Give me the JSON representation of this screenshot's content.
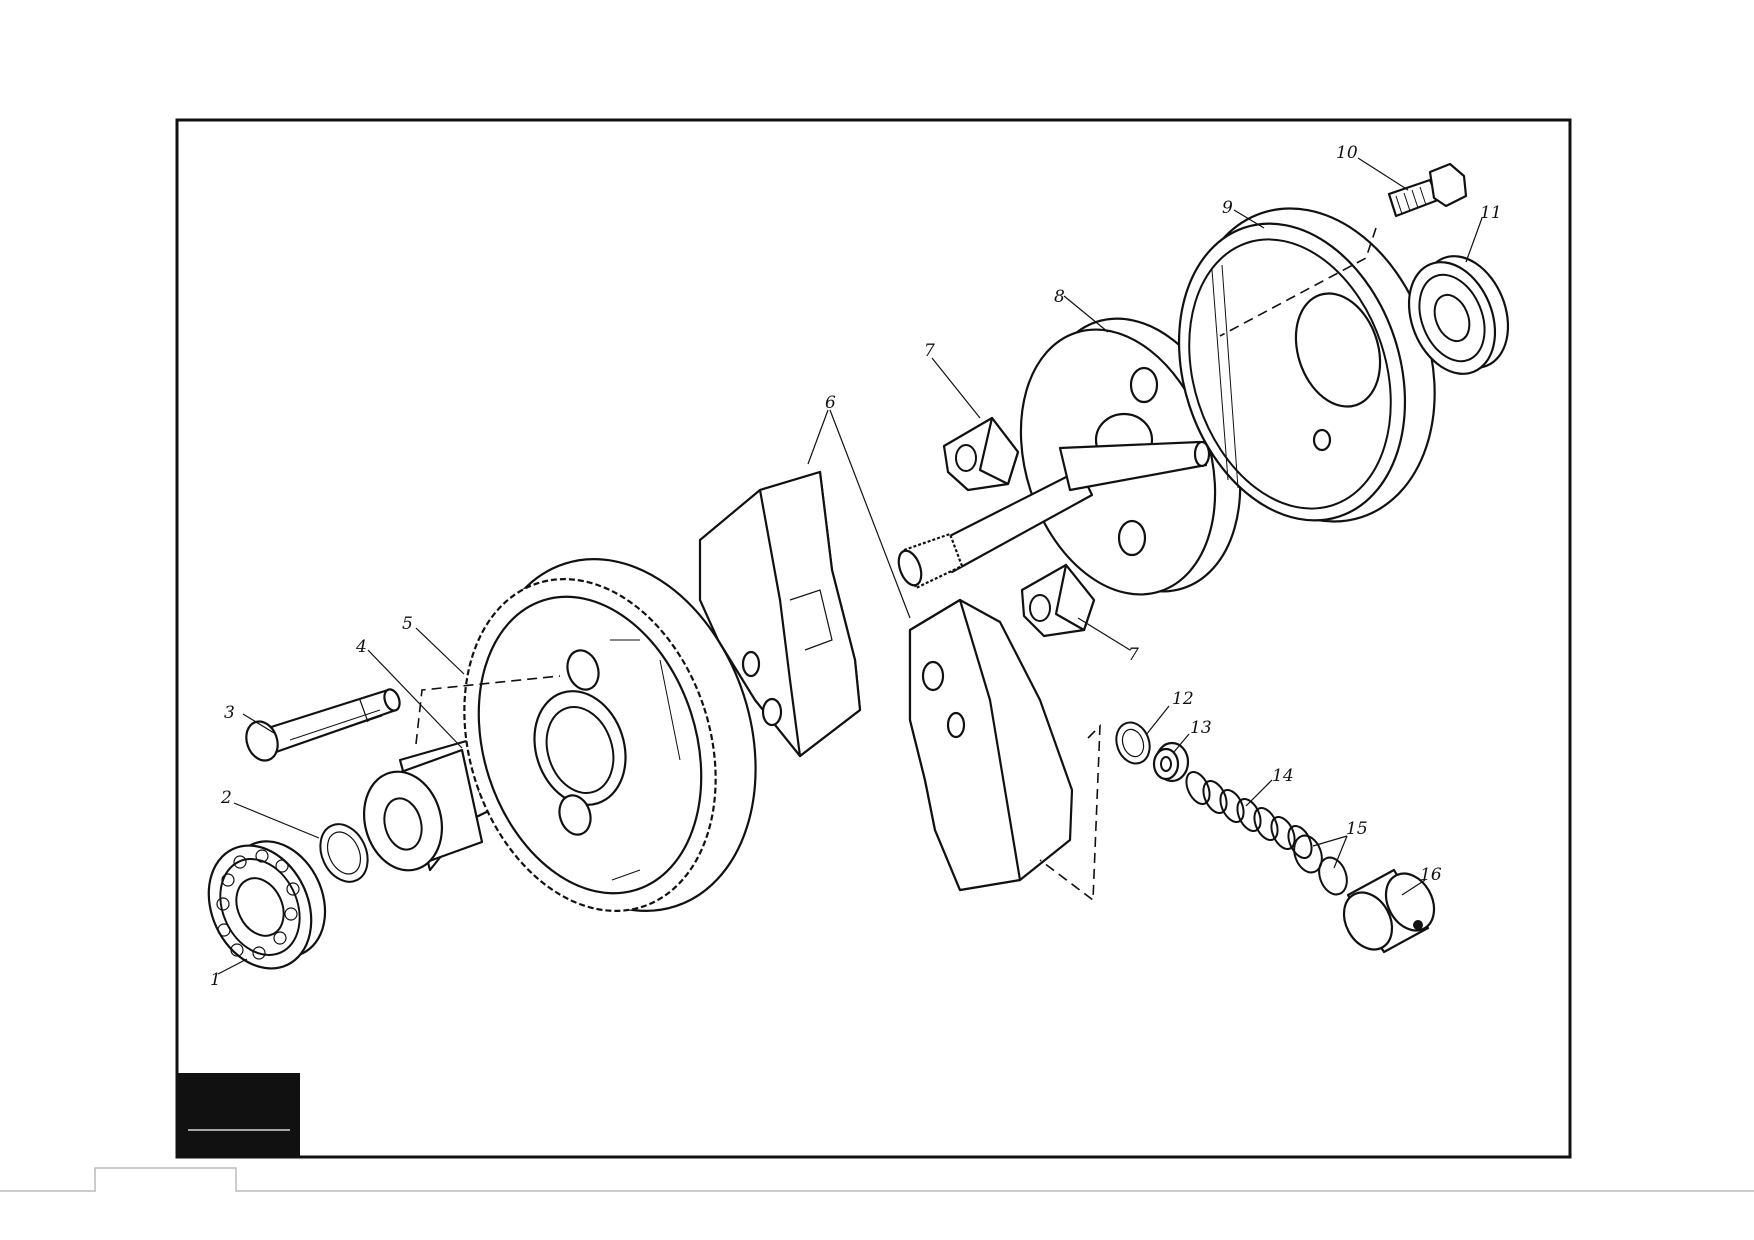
{
  "callouts": [
    {
      "id": "1",
      "text": "1"
    },
    {
      "id": "2",
      "text": "2"
    },
    {
      "id": "3",
      "text": "3"
    },
    {
      "id": "4",
      "text": "4"
    },
    {
      "id": "5",
      "text": "5"
    },
    {
      "id": "6",
      "text": "6"
    },
    {
      "id": "7a",
      "text": "7"
    },
    {
      "id": "7b",
      "text": "7"
    },
    {
      "id": "8",
      "text": "8"
    },
    {
      "id": "9",
      "text": "9"
    },
    {
      "id": "10",
      "text": "10"
    },
    {
      "id": "11",
      "text": "11"
    },
    {
      "id": "12",
      "text": "12"
    },
    {
      "id": "13",
      "text": "13"
    },
    {
      "id": "14",
      "text": "14"
    },
    {
      "id": "15",
      "text": "15"
    },
    {
      "id": "16",
      "text": "16"
    }
  ]
}
